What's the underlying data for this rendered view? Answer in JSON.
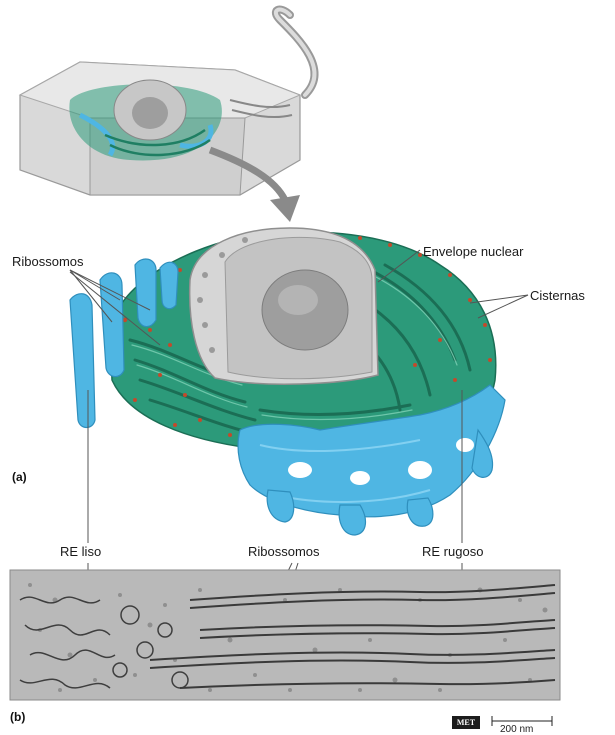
{
  "labels": {
    "ribossomos_top": "Ribossomos",
    "envelope": "Envelope nuclear",
    "cisternas": "Cisternas",
    "part_a": "(a)",
    "re_liso": "RE liso",
    "ribossomos_mid": "Ribossomos",
    "re_rugoso": "RE rugoso",
    "part_b": "(b)",
    "met_badge": "MET",
    "scale": "200 nm"
  },
  "colors": {
    "smooth_er": "#4fb6e3",
    "rough_er": "#2c9a7a",
    "ribosome": "#c24a2c",
    "nucleus": "#b8b8b8",
    "micrograph": "#b9b9b9"
  }
}
